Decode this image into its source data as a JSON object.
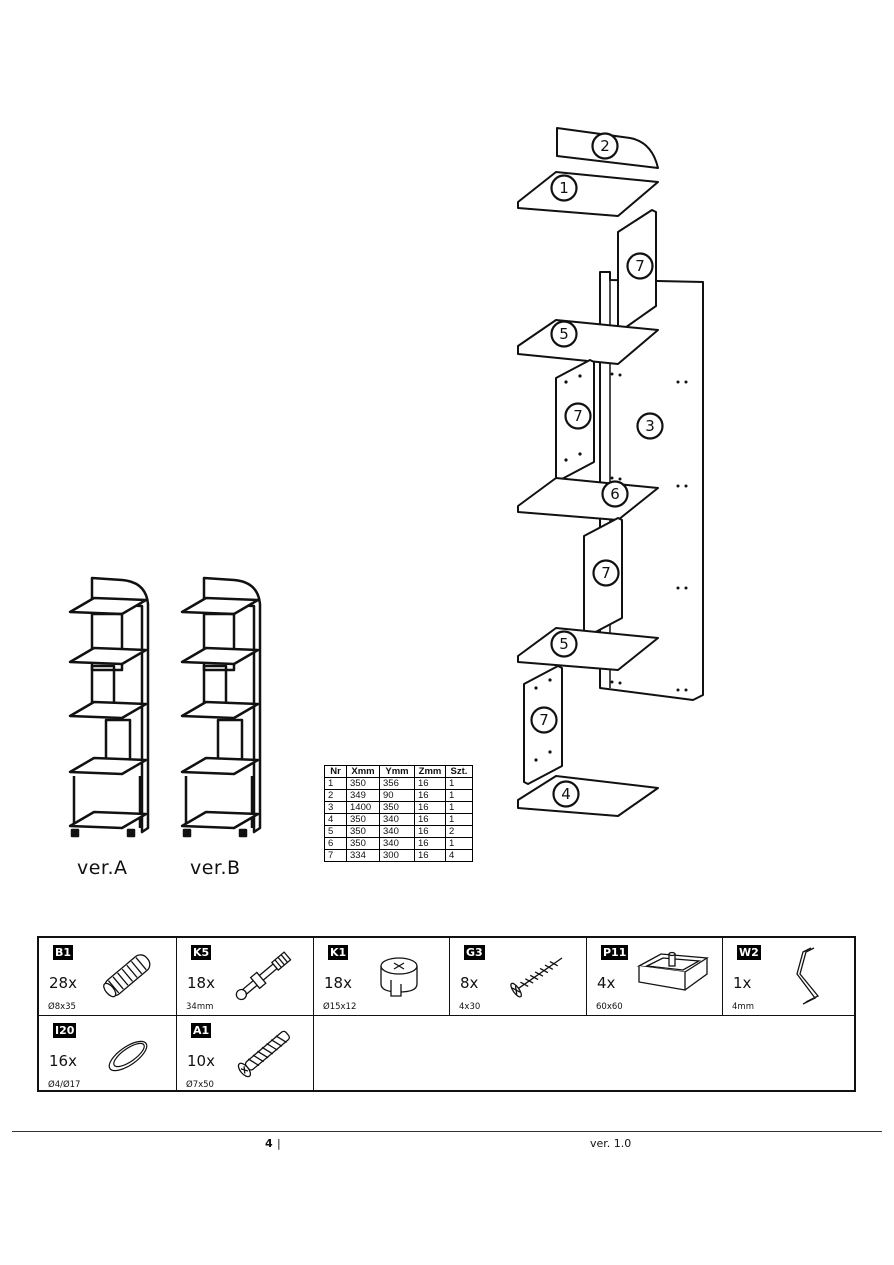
{
  "exploded_view": {
    "part_labels": [
      "2",
      "1",
      "7",
      "5",
      "7",
      "3",
      "6",
      "7",
      "5",
      "7",
      "4"
    ]
  },
  "versions": {
    "a_label": "ver.A",
    "b_label": "ver.B"
  },
  "parts_table": {
    "headers": [
      "Nr",
      "Xmm",
      "Ymm",
      "Zmm",
      "Szt."
    ],
    "rows": [
      [
        "1",
        "350",
        "356",
        "16",
        "1"
      ],
      [
        "2",
        "349",
        "90",
        "16",
        "1"
      ],
      [
        "3",
        "1400",
        "350",
        "16",
        "1"
      ],
      [
        "4",
        "350",
        "340",
        "16",
        "1"
      ],
      [
        "5",
        "350",
        "340",
        "16",
        "2"
      ],
      [
        "6",
        "350",
        "340",
        "16",
        "1"
      ],
      [
        "7",
        "334",
        "300",
        "16",
        "4"
      ]
    ]
  },
  "hardware": [
    {
      "code": "B1",
      "qty": "28x",
      "size": "Ø8x35",
      "icon": "dowel-icon"
    },
    {
      "code": "K5",
      "qty": "18x",
      "size": "34mm",
      "icon": "cam-bolt-icon"
    },
    {
      "code": "K1",
      "qty": "18x",
      "size": "Ø15x12",
      "icon": "cam-lock-icon"
    },
    {
      "code": "G3",
      "qty": "8x",
      "size": "4x30",
      "icon": "screw-icon"
    },
    {
      "code": "P11",
      "qty": "4x",
      "size": "60x60",
      "icon": "foot-pad-icon"
    },
    {
      "code": "W2",
      "qty": "1x",
      "size": "4mm",
      "icon": "hex-key-icon"
    },
    {
      "code": "I20",
      "qty": "16x",
      "size": "Ø4/Ø17",
      "icon": "cover-cap-icon"
    },
    {
      "code": "A1",
      "qty": "10x",
      "size": "Ø7x50",
      "icon": "confirmat-screw-icon"
    }
  ],
  "footer": {
    "page_number": "4",
    "separator": "|",
    "version": "ver. 1.0"
  }
}
